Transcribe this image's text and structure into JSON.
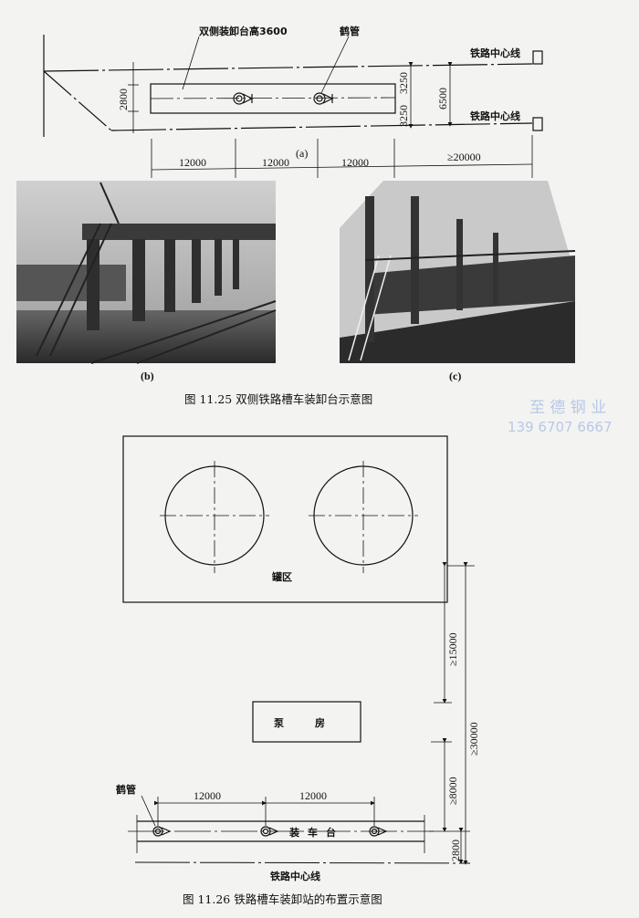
{
  "figure_a": {
    "platform_label": "双侧装卸台高3600",
    "crane_label": "鹤管",
    "rail_center_top": "铁路中心线",
    "rail_center_bottom": "铁路中心线",
    "dim_width": "2800",
    "dim_half_top": "3250",
    "dim_half_bottom": "3250",
    "dim_track_spacing": "6500",
    "dims_bottom": [
      "12000",
      "12000",
      "12000",
      "≥20000"
    ],
    "sublabel": "(a)"
  },
  "photos": {
    "b_label": "(b)",
    "c_label": "(c)"
  },
  "caption_1125": "图 11.25   双侧铁路槽车装卸台示意图",
  "watermark": {
    "name": "至 德 钢 业",
    "phone": "139 6707 6667"
  },
  "figure_1126": {
    "tank_area": "罐区",
    "pump_room_1": "泵",
    "pump_room_2": "房",
    "loading_platform": [
      "装",
      "车",
      "台"
    ],
    "crane_label": "鹤管",
    "dims_top": [
      "12000",
      "12000"
    ],
    "dim_15000": "≥15000",
    "dim_30000": "≥30000",
    "dim_8000": "≥8000",
    "dim_2800": "2800",
    "rail_center": "铁路中心线"
  },
  "caption_1126": "图 11.26   铁路槽车装卸站的布置示意图"
}
